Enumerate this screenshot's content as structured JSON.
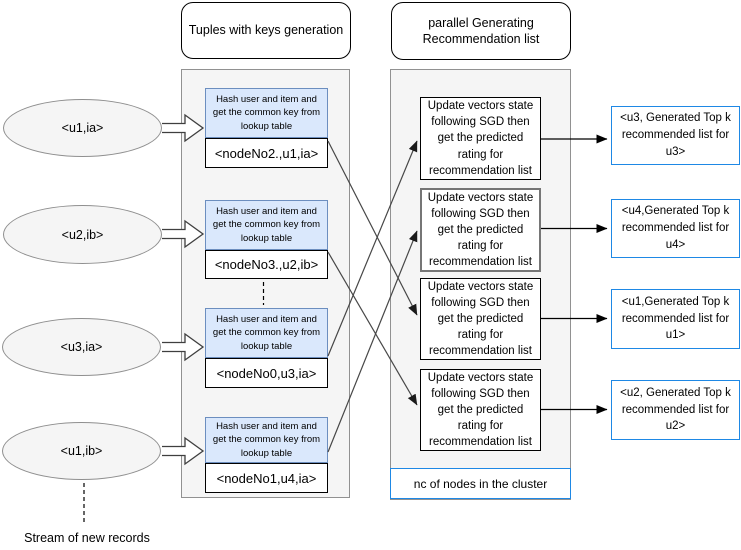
{
  "labels": {
    "stream": "Stream of new records"
  },
  "inputs": [
    {
      "label": "<u1,ia>"
    },
    {
      "label": "<u2,ib>"
    },
    {
      "label": "<u3,ia>"
    },
    {
      "label": "<u1,ib>"
    }
  ],
  "stage1": {
    "title": "Tuples with keys generation",
    "hash_instruction": "Hash user and item and get the common key from lookup table",
    "keyed_tuples": [
      {
        "label": "<nodeNo2.,u1,ia>"
      },
      {
        "label": "<nodeNo3.,u2,ib>"
      },
      {
        "label": "<nodeNo0,u3,ia>"
      },
      {
        "label": "<nodeNo1,u4,ia>"
      }
    ]
  },
  "stage2": {
    "title": "parallel Generating Recommendation list",
    "update_instruction": "Update vectors state following SGD then get the predicted rating for recommendation list",
    "cluster_note": "nc of nodes in the cluster"
  },
  "outputs": [
    {
      "label": "<u3, Generated Top k recommended list for u3>"
    },
    {
      "label": "<u4,Generated Top k recommended list for u4>"
    },
    {
      "label": "<u1,Generated Top k recommended list for u1>"
    },
    {
      "label": "<u2, Generated Top k recommended list for u2>"
    }
  ],
  "colors": {
    "hash_fill": "#dae8fc",
    "hash_border": "#6c8ebf",
    "output_border": "#1e88e5",
    "container_fill": "#f5f5f5",
    "shape_fill": "#f5f5f5"
  }
}
